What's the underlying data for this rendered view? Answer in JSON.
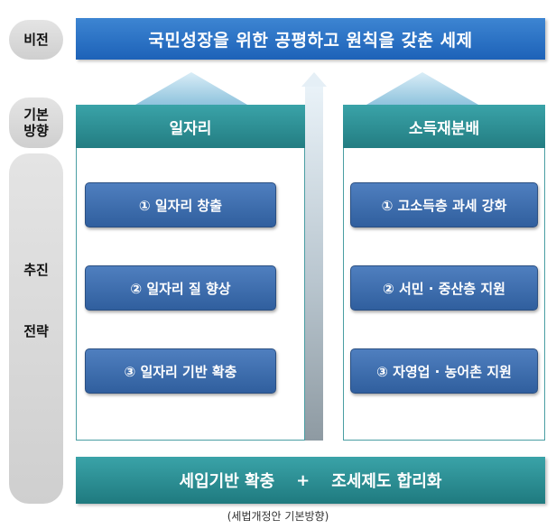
{
  "side_labels": {
    "vision": "비전",
    "direction": "기본\n방향",
    "strategy_1": "추진",
    "strategy_2": "전략"
  },
  "vision": "국민성장을 위한 공평하고 원칙을 갖춘 세제",
  "panels": [
    {
      "title": "일자리",
      "items": [
        "① 일자리 창출",
        "② 일자리 질 향상",
        "③ 일자리 기반 확충"
      ]
    },
    {
      "title": "소득재분배",
      "items": [
        "① 고소득층 과세 강화",
        "② 서민 · 중산층 지원",
        "③ 자영업 · 농어촌 지원"
      ]
    }
  ],
  "base": {
    "left": "세입기반 확충",
    "plus": "+",
    "right": "조세제도 합리화"
  },
  "caption": "(세법개정안 기본방향)",
  "colors": {
    "vision_blue": "#2a6fc2",
    "panel_teal": "#2e8f94",
    "item_blue": "#3f6fae"
  }
}
